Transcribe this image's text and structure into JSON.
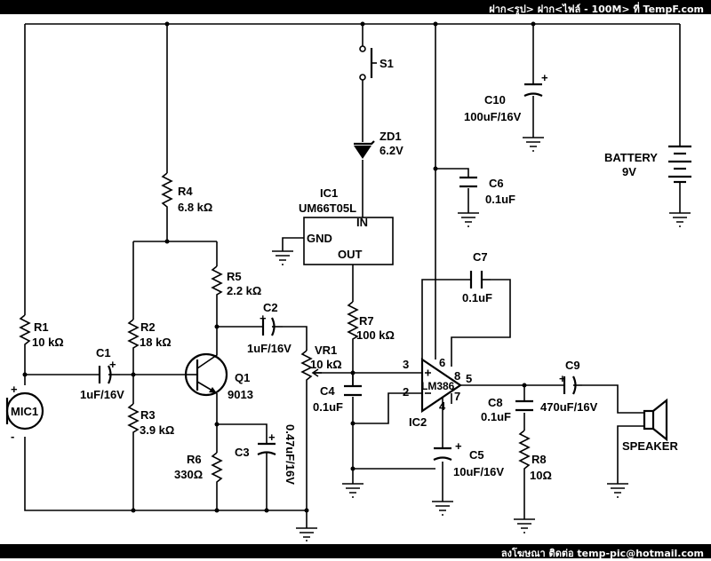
{
  "header": {
    "text": "ฝาก<รูป> ฝาก<ไฟล์ - 100M> ที่ TempF.com"
  },
  "footer": {
    "text": "ลงโฆษณา ติดต่อ temp-pic@hotmail.com"
  },
  "labels": {
    "s1": "S1",
    "zd1": "ZD1",
    "zd1_val": "6.2V",
    "c10": "C10",
    "c10_val": "100uF/16V",
    "battery": "BATTERY",
    "battery_val": "9V",
    "c6": "C6",
    "c6_val": "0.1uF",
    "ic1": "IC1",
    "ic1_part": "UM66T05L",
    "ic1_in": "IN",
    "ic1_gnd": "GND",
    "ic1_out": "OUT",
    "r4": "R4",
    "r4_val": "6.8 kΩ",
    "r5": "R5",
    "r5_val": "2.2 kΩ",
    "c2": "C2",
    "c2_val": "1uF/16V",
    "r1": "R1",
    "r1_val": "10 kΩ",
    "r2": "R2",
    "r2_val": "18 kΩ",
    "c1": "C1",
    "c1_val": "1uF/16V",
    "q1": "Q1",
    "q1_val": "9013",
    "r3": "R3",
    "r3_val": "3.9 kΩ",
    "r6": "R6",
    "r6_val": "330Ω",
    "c3": "C3",
    "c3_val": "0.47uF/16V",
    "mic1": "MIC1",
    "r7": "R7",
    "r7_val": "100 kΩ",
    "vr1": "VR1",
    "vr1_val": "10 kΩ",
    "c4": "C4",
    "c4_val": "0.1uF",
    "c7": "C7",
    "c7_val": "0.1uF",
    "ic2_part": "LM386",
    "ic2": "IC2",
    "pin3": "3",
    "pin2": "2",
    "pin6": "6",
    "pin4": "4",
    "pin8": "8",
    "pin7": "7",
    "pin5": "5",
    "c5": "C5",
    "c5_val": "10uF/16V",
    "c8": "C8",
    "c8_val": "0.1uF",
    "r8": "R8",
    "r8_val": "10Ω",
    "c9": "C9",
    "c9_val": "470uF/16V",
    "speaker": "SPEAKER",
    "plus": "+",
    "minus": "-"
  }
}
